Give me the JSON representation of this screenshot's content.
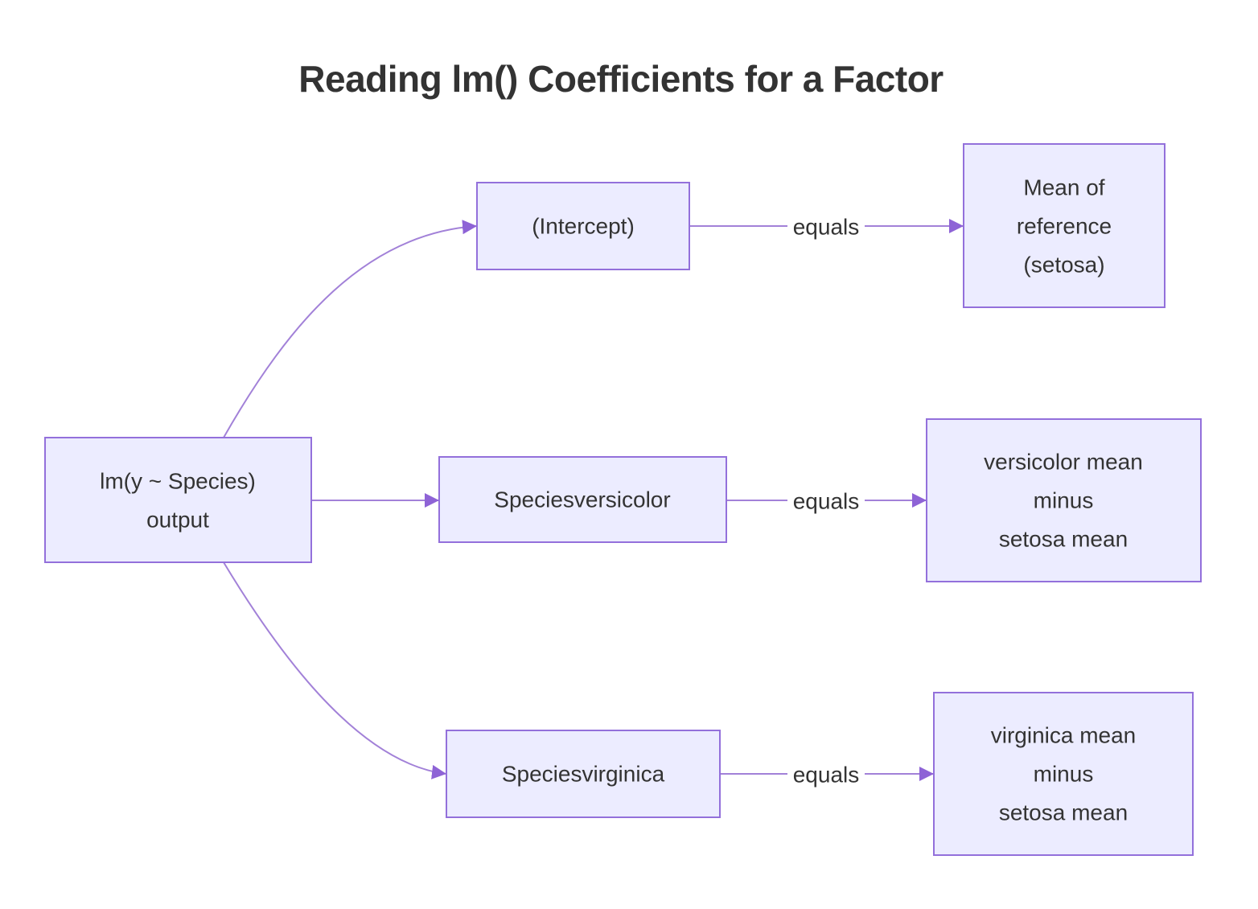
{
  "title": "Reading lm() Coefficients for a Factor",
  "colors": {
    "node_fill": "#ECECFF",
    "node_border": "#9370DB",
    "edge": "#A281D8",
    "arrow": "#8E63D6",
    "text": "#333333",
    "title": "#333333"
  },
  "nodes": {
    "lm_output": {
      "lines": [
        "lm(y ~ Species)",
        "output"
      ]
    },
    "intercept": {
      "lines": [
        "(Intercept)"
      ]
    },
    "mean_reference": {
      "lines": [
        "Mean of",
        "reference",
        "(setosa)"
      ]
    },
    "versicolor_coef": {
      "lines": [
        "Speciesversicolor"
      ]
    },
    "versicolor_mean": {
      "lines": [
        "versicolor mean",
        "minus",
        "setosa mean"
      ]
    },
    "virginica_coef": {
      "lines": [
        "Speciesvirginica"
      ]
    },
    "virginica_mean": {
      "lines": [
        "virginica mean",
        "minus",
        "setosa mean"
      ]
    }
  },
  "edges": [
    {
      "from": "lm_output",
      "to": "intercept",
      "label": ""
    },
    {
      "from": "lm_output",
      "to": "versicolor_coef",
      "label": ""
    },
    {
      "from": "lm_output",
      "to": "virginica_coef",
      "label": ""
    },
    {
      "from": "intercept",
      "to": "mean_reference",
      "label": "equals"
    },
    {
      "from": "versicolor_coef",
      "to": "versicolor_mean",
      "label": "equals"
    },
    {
      "from": "virginica_coef",
      "to": "virginica_mean",
      "label": "equals"
    }
  ]
}
